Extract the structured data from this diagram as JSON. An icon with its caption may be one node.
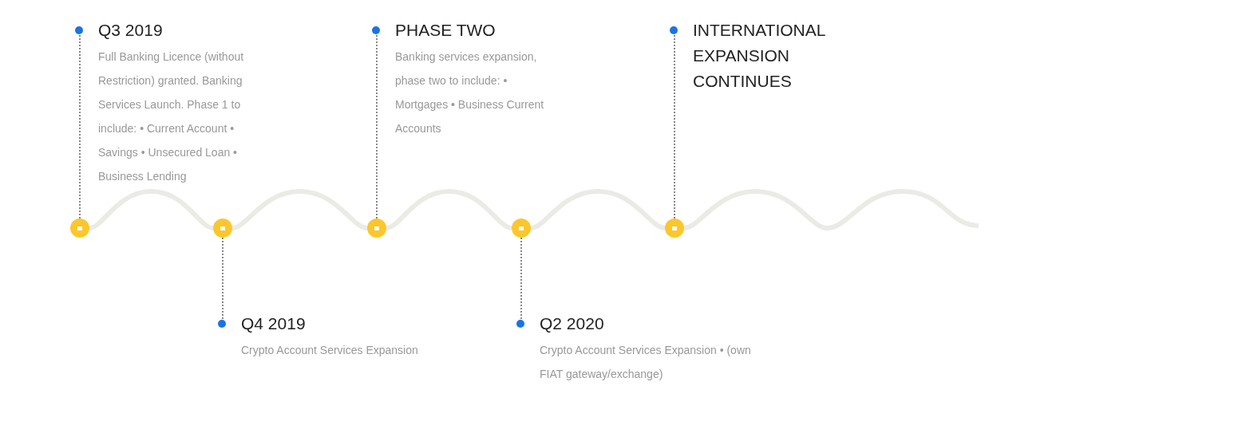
{
  "diagram": {
    "nodes": [
      {
        "text": [
          "Q3 2019",
          "Full Banking Licence (without Restriction) granted. Banking Services Launch. Phase 1 to include: • Current Account • Savings • Unsecured Loan • Business Lending"
        ]
      },
      {
        "text": [
          "PHASE TWO",
          "Banking services expansion, phase two to include: • Mortgages • Business Current Accounts"
        ]
      },
      {
        "text": [
          "INTERNATIONAL EXPANSION CONTINUES"
        ]
      },
      {
        "text": [],
        "shape": "circle"
      },
      {
        "text": [],
        "shape": "circle"
      },
      {
        "text": [],
        "shape": "circle"
      },
      {
        "text": [],
        "shape": "circle"
      },
      {
        "text": [],
        "shape": "circle"
      },
      {
        "text": [
          "Q4 2019",
          "Crypto Account Services Expansion"
        ]
      },
      {
        "text": [
          "Q2 2020",
          "Crypto Account Services Expansion • (own FIAT gateway/exchange)"
        ]
      }
    ],
    "edges": [
      {
        "from": 3,
        "to": 4,
        "arrow": "none",
        "style": "thick"
      },
      {
        "from": 4,
        "to": 5,
        "arrow": "none",
        "style": "thick"
      },
      {
        "from": 5,
        "to": 6,
        "arrow": "none",
        "style": "thick"
      },
      {
        "from": 6,
        "to": 7,
        "arrow": "none",
        "style": "thick"
      },
      {
        "from": 7,
        "to": null,
        "arrow": "none",
        "style": "thick"
      },
      {
        "from": 0,
        "to": 3,
        "arrow": "none",
        "style": "dashed",
        "color": "#888888"
      },
      {
        "from": 8,
        "to": 4,
        "arrow": "none",
        "style": "dashed",
        "color": "#888888"
      },
      {
        "from": 1,
        "to": 5,
        "arrow": "none",
        "style": "dashed",
        "color": "#888888"
      },
      {
        "from": 9,
        "to": 6,
        "arrow": "none",
        "style": "dashed",
        "color": "#888888"
      },
      {
        "from": 2,
        "to": 7,
        "arrow": "none",
        "style": "dashed",
        "color": "#888888"
      }
    ]
  }
}
